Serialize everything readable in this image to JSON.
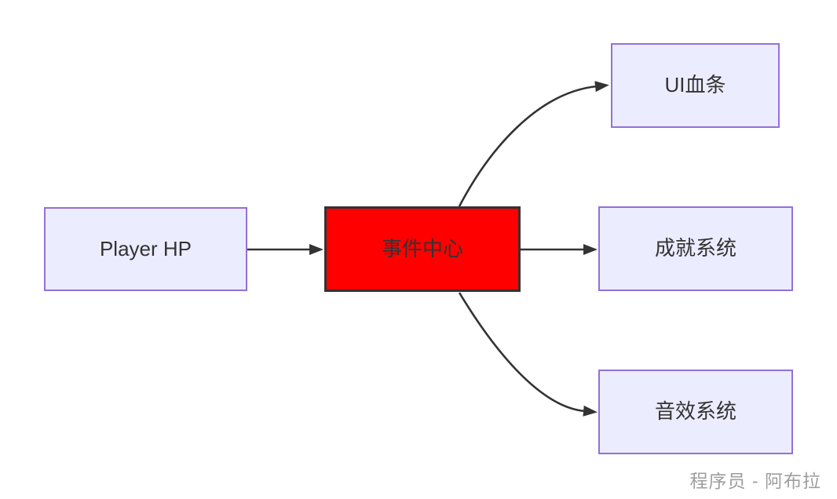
{
  "diagram": {
    "type": "flowchart-lr",
    "nodes": {
      "player_hp": {
        "label": "Player HP"
      },
      "event_center": {
        "label": "事件中心"
      },
      "ui_health": {
        "label": "UI血条"
      },
      "achievement": {
        "label": "成就系统"
      },
      "sound": {
        "label": "音效系统"
      }
    },
    "edges": [
      {
        "from": "player_hp",
        "to": "event_center",
        "shape": "straight"
      },
      {
        "from": "event_center",
        "to": "ui_health",
        "shape": "curve-up"
      },
      {
        "from": "event_center",
        "to": "achievement",
        "shape": "straight"
      },
      {
        "from": "event_center",
        "to": "sound",
        "shape": "curve-down"
      }
    ],
    "colors": {
      "node_fill": "#ECECFF",
      "node_border": "#9370DB",
      "center_fill": "#FF0000",
      "center_border": "#333333",
      "edge_stroke": "#333333",
      "text": "#333333",
      "watermark_text": "#9E9E9E",
      "background": "#FFFFFF"
    },
    "watermark": "程序员 - 阿布拉"
  }
}
